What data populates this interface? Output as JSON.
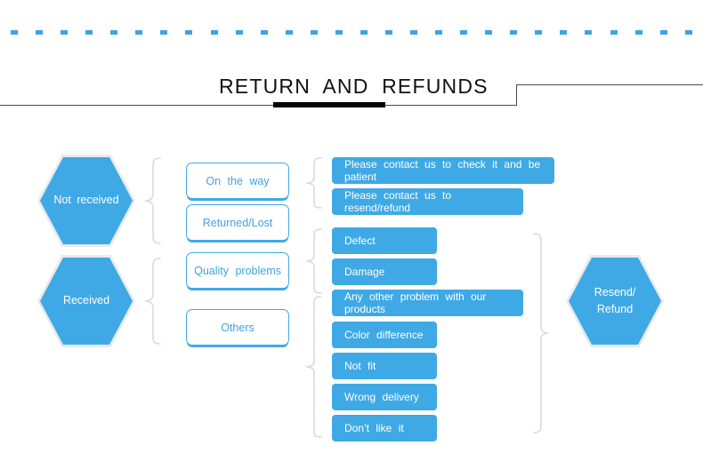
{
  "page": {
    "title": "RETURN AND REFUNDS",
    "accent_color": "#3FA9E5",
    "dash_color": "#3FA3E0",
    "rule_color": "#4a4a4a",
    "accent_bar_color": "#000000",
    "brace_color": "#d8dade",
    "dash_count": 28
  },
  "flow": {
    "stage1": [
      {
        "label": "Not  received"
      },
      {
        "label": "Received"
      }
    ],
    "stage2": [
      {
        "label": "On  the  way"
      },
      {
        "label": "Returned/Lost"
      },
      {
        "label": "Quality  problems"
      },
      {
        "label": "Others"
      }
    ],
    "stage3": [
      {
        "label": "Please  contact  us  to  check  it  and  be  patient"
      },
      {
        "label": "Please  contact  us  to  resend/refund"
      },
      {
        "label": "Defect"
      },
      {
        "label": "Damage"
      },
      {
        "label": "Any  other  problem  with  our  products"
      },
      {
        "label": "Color  difference"
      },
      {
        "label": "Not  fit"
      },
      {
        "label": "Wrong  delivery"
      },
      {
        "label": "Don’t  like  it"
      }
    ],
    "outcome": {
      "line1": "Resend/",
      "line2": "Refund"
    }
  }
}
